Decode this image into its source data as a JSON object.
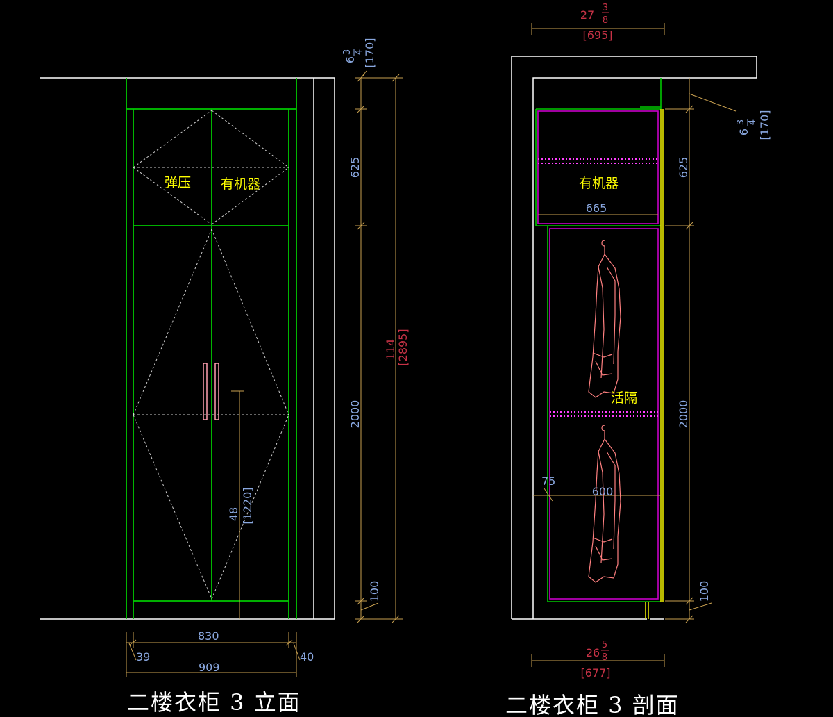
{
  "colors": {
    "background": "#000000",
    "wall": "#ffffff",
    "cabinet": "#00c800",
    "dimension": "#c8a050",
    "dim_text": "#8aa8e0",
    "red_text": "#c83246",
    "label": "#ffff00",
    "magenta": "#c800c8",
    "hanger": "#ff8080",
    "yellow_line": "#e6e600"
  },
  "elevation": {
    "title": "二楼衣柜 3 立面",
    "labels": {
      "push_open": "弹压",
      "organic": "有机器"
    },
    "dims": {
      "width_inner": "830",
      "width_total": "909",
      "side_left": "39",
      "side_right": "40",
      "top_gap_whole": "6",
      "top_gap_num": "3",
      "top_gap_den": "4",
      "top_gap_mm": "[170]",
      "upper": "625",
      "lower": "2000",
      "base": "100",
      "total_whole": "114",
      "total_mm": "[2895]",
      "handle_height": "48",
      "handle_height_mm": "[1220]"
    }
  },
  "section": {
    "title": "二楼衣柜 3 剖面",
    "labels": {
      "organic": "有机器",
      "movable_shelf": "活隔"
    },
    "dims": {
      "top_whole": "27",
      "top_num": "3",
      "top_den": "8",
      "top_mm": "[695]",
      "bottom_whole": "26",
      "bottom_num": "5",
      "bottom_den": "8",
      "bottom_mm": "[677]",
      "upper_depth": "665",
      "lower_depth": "600",
      "offset": "75",
      "top_gap_whole": "6",
      "top_gap_num": "3",
      "top_gap_den": "4",
      "top_gap_mm": "[170]",
      "upper": "625",
      "lower": "2000",
      "base": "100"
    }
  }
}
